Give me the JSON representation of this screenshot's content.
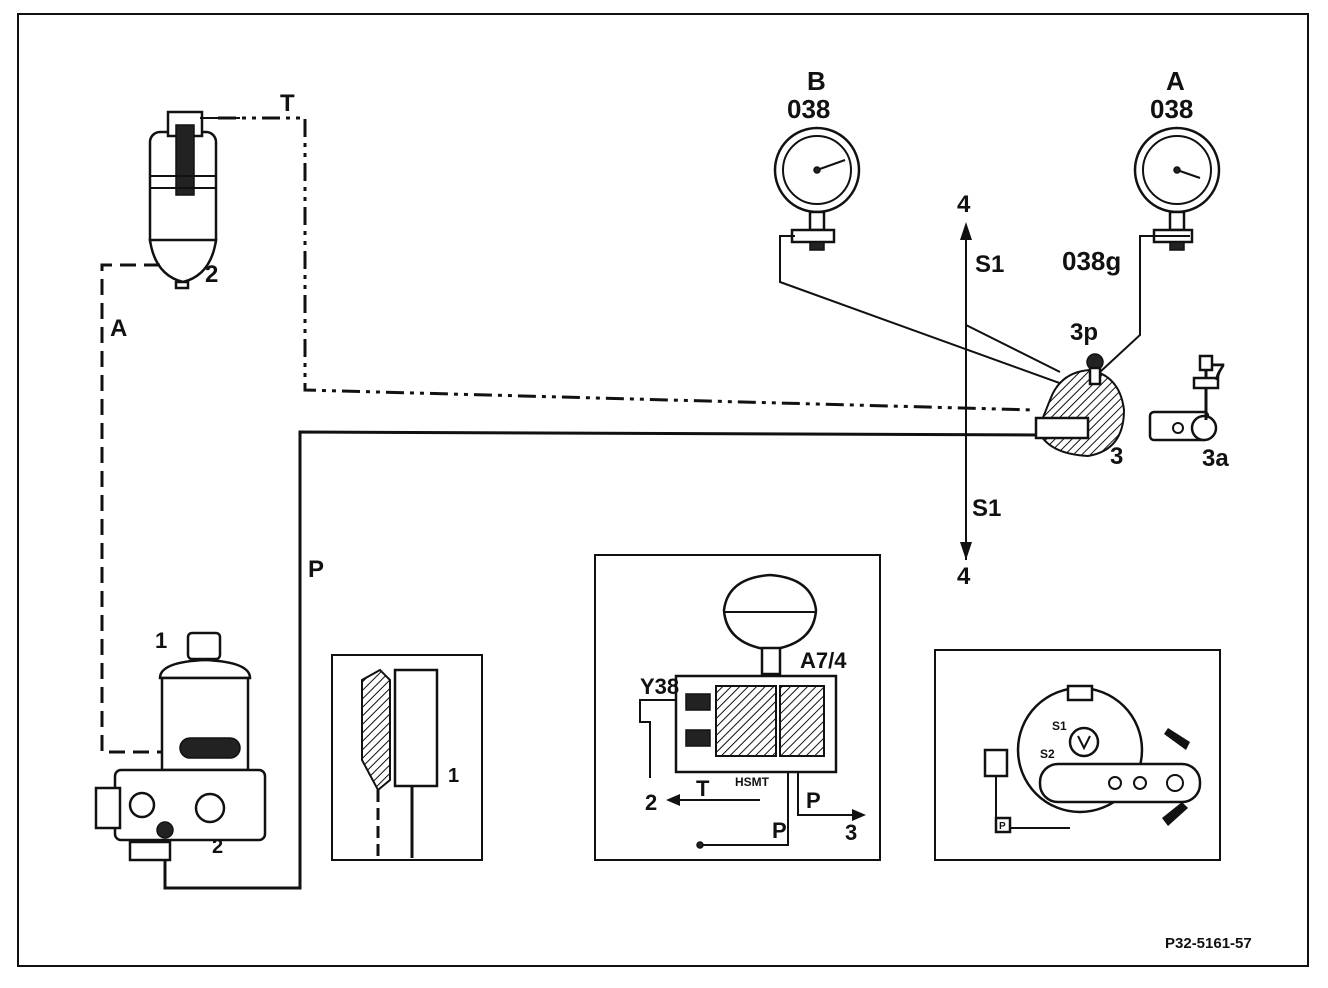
{
  "labels": {
    "T_top": "T",
    "reservoir_2": "2",
    "line_A": "A",
    "line_P": "P",
    "pump_1": "1",
    "pump_2": "2",
    "gauge_B_letter": "B",
    "gauge_B_code": "038",
    "gauge_A_letter": "A",
    "gauge_A_code": "038",
    "tee_038g": "038g",
    "arrow_up_4": "4",
    "arrow_up_S1": "S1",
    "arrow_down_S1": "S1",
    "arrow_down_4": "4",
    "valve_3p": "3p",
    "valve_3": "3",
    "valve_3a": "3a",
    "part_7": "7",
    "inset1_label_1": "1",
    "inset2_Y38": "Y38",
    "inset2_A74": "A7/4",
    "inset2_T": "T",
    "inset2_2": "2",
    "inset2_P_right": "P",
    "inset2_P_bottom": "P",
    "inset2_3": "3",
    "inset2_HSMT": "HSMT",
    "inset3_S1": "S1",
    "inset3_S2": "S2",
    "inset3_P": "P",
    "figure_code": "P32-5161-57"
  }
}
